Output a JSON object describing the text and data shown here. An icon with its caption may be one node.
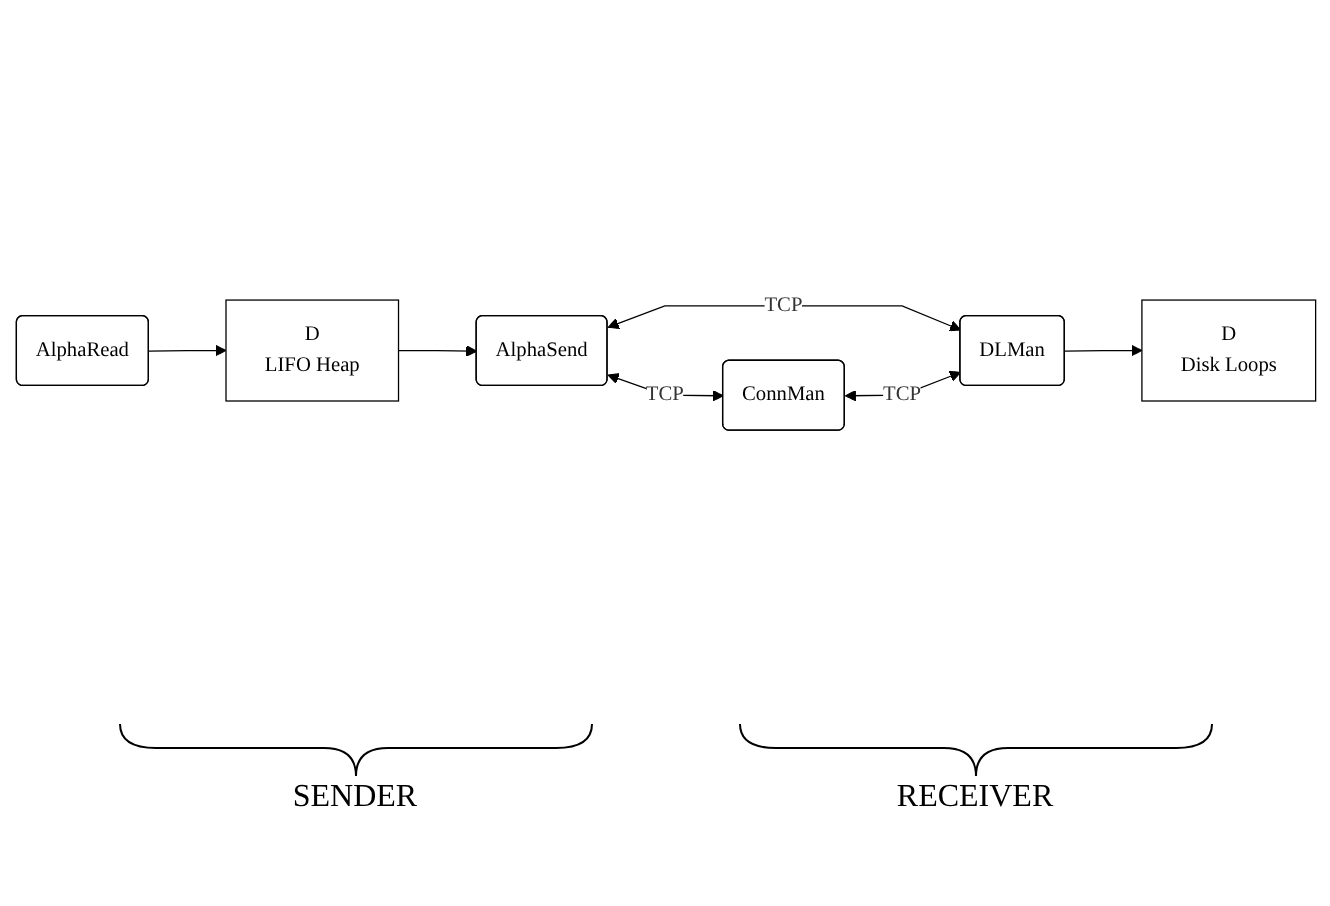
{
  "diagram": {
    "nodes": [
      {
        "text": [
          "AlphaRead"
        ]
      },
      {
        "text": [
          "AlphaSend"
        ]
      },
      {
        "text": [
          "D",
          "LIFO Heap"
        ]
      },
      {
        "text": [
          "ConnMan"
        ]
      },
      {
        "text": [
          "DLMan"
        ]
      },
      {
        "text": [
          "D",
          "Disk Loops"
        ]
      }
    ],
    "edges": [
      {
        "from": 0,
        "to": 2,
        "arrow": "to"
      },
      {
        "from": 2,
        "to": 1,
        "arrow": "to"
      },
      {
        "from": 1,
        "to": 3,
        "arrow": "both",
        "label": "TCP"
      },
      {
        "from": 1,
        "to": 4,
        "arrow": "both",
        "label": "TCP"
      },
      {
        "from": 3,
        "to": 4,
        "arrow": "both",
        "label": "TCP"
      },
      {
        "from": 4,
        "to": 5,
        "arrow": "to"
      }
    ],
    "labels": [
      "SENDER",
      "RECEIVER"
    ]
  }
}
